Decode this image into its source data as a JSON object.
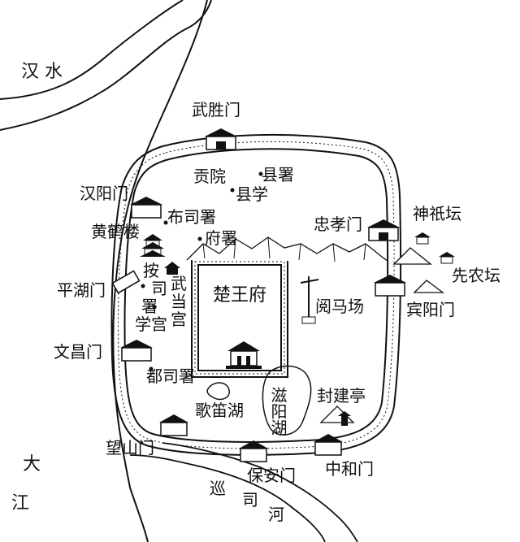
{
  "map": {
    "colors": {
      "ink": "#111111",
      "paper": "#ffffff"
    },
    "water": {
      "han_shui": "汉 水",
      "da": "大",
      "jiang": "江",
      "xun": "巡",
      "si": "司",
      "he": "河"
    },
    "gates": {
      "wusheng": "武胜门",
      "hanyang": "汉阳门",
      "pinghu": "平湖门",
      "wenchang": "文昌门",
      "wangshan": "望山门",
      "baoan": "保安门",
      "zhonghe": "中和门",
      "binyang": "宾阳门",
      "zhongxiao": "忠孝门"
    },
    "places": {
      "gongyuan": "贡院",
      "xianshu": "县署",
      "xianxue": "县学",
      "busishu": "布司署",
      "fushu": "府署",
      "huanghelou": "黄鹤楼",
      "an": "按",
      "si": "司",
      "shu": "署",
      "wu": "武",
      "dang": "当",
      "gong": "宫",
      "xuegong": "学宫",
      "dusishu": "都司署",
      "chuwangfu": "楚王府",
      "yuemachang": "阅马场",
      "shenqitan": "神祇坛",
      "xiannongtan": "先农坛",
      "gedihu": "歌笛湖",
      "ziyanghu": "滋阳湖",
      "fengjianting": "封建亭"
    }
  }
}
